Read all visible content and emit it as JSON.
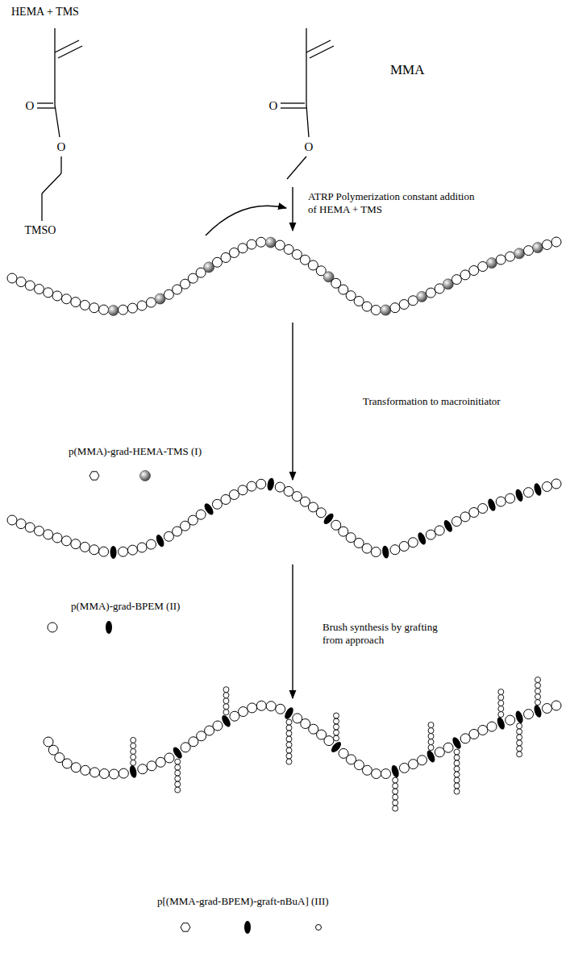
{
  "diagram": {
    "labels": [
      "HEMA + TMS",
      "MMA",
      "O",
      "O",
      "TMSO",
      "O",
      "O",
      "ATRP Polymerization constant addition of HEMA + TMS",
      "p(MMA)-grad-HEMA-TMS (I)",
      "Transformation to macroinitiator",
      "p(MMA)-grad-BPEM (II)",
      "Brush synthesis by grafting from approach",
      "p[(MMA-grad-BPEM)-graft-nBuA] (III)"
    ]
  }
}
